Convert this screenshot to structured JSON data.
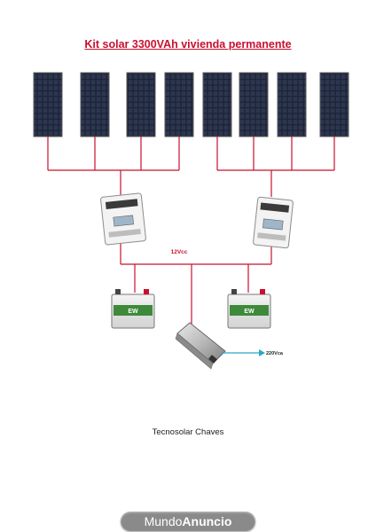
{
  "title": "Kit solar 3300VAh vivienda permanente",
  "dc_bus_label": "12Vcc",
  "ac_output_label": "220Vca",
  "battery_label": "EW",
  "credit": "Tecnosolar Chaves",
  "watermark": {
    "part1": "Mundo",
    "part2": "Anuncio"
  },
  "colors": {
    "wire": "#c8102e",
    "ac_wire": "#2aa8c8",
    "title": "#c8102e",
    "panel": "#1b2233"
  }
}
